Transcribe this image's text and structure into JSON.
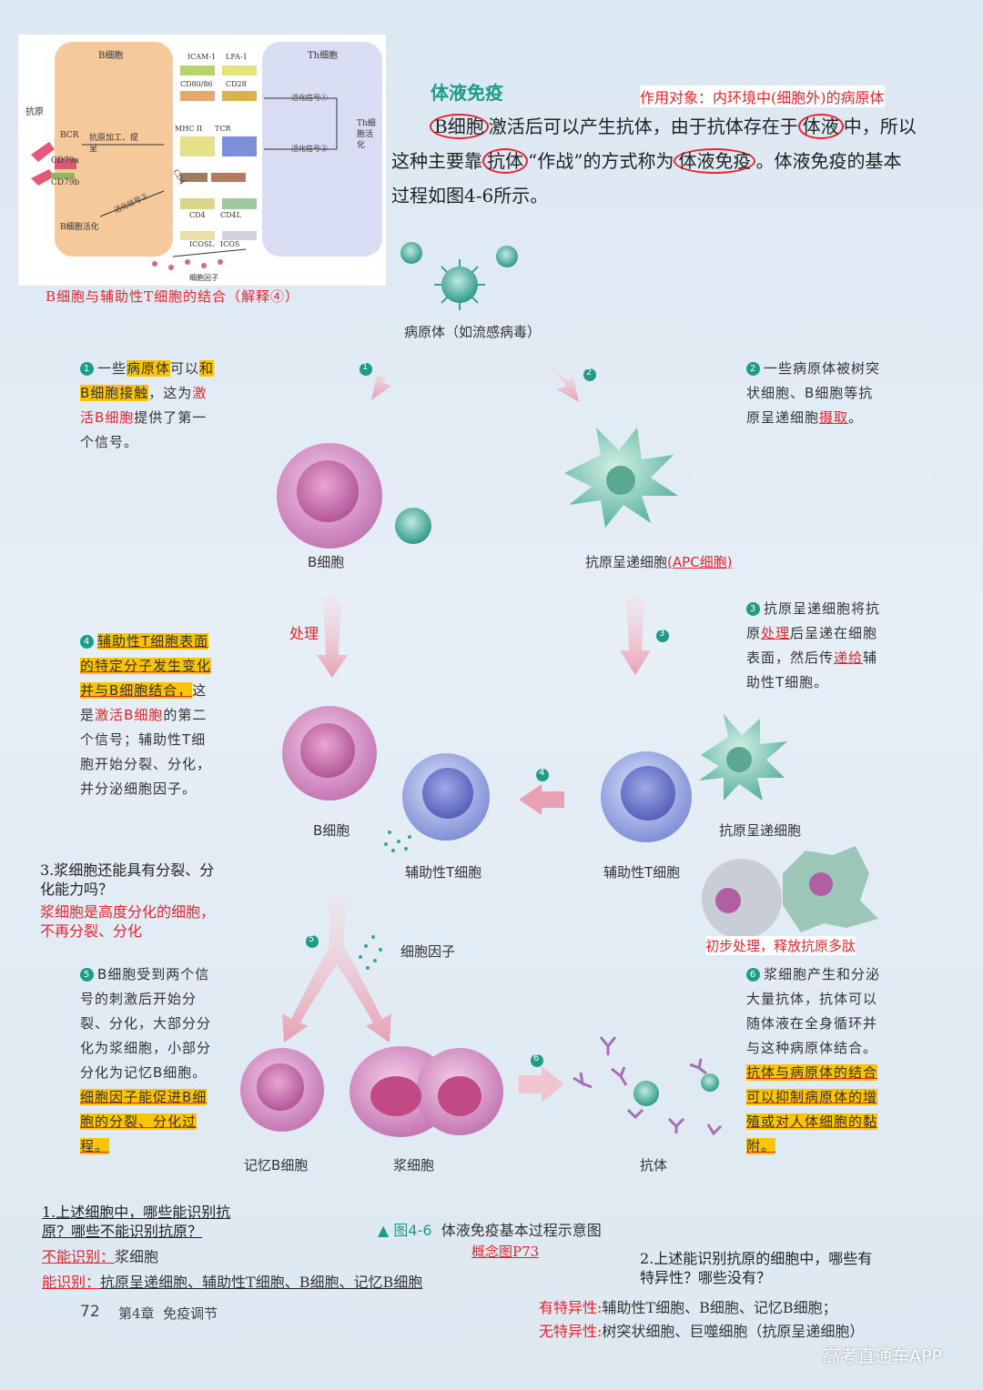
{
  "inset": {
    "b_cell": "B细胞",
    "th_cell": "Th细胞",
    "antigen": "抗原",
    "bcr": "BCR",
    "cd79a": "CD79a",
    "cd79b": "CD79b",
    "processing": "抗原加工、提呈",
    "signal1": "活化信号①",
    "signal2": "活化信号②",
    "signal3": "活化信号③",
    "th_activation": "Th细胞活化",
    "b_activation": "B细胞活化",
    "icam1": "ICAM-1",
    "lfa1": "LFA-1",
    "cd8086": "CD80/86",
    "cd28": "CD28",
    "mhc2": "MHC II",
    "tcr": "TCR",
    "cd4a": "CD4",
    "cd4b": "CD4",
    "cd4l": "CD4L",
    "icosl": "ICOSL",
    "icos": "ICOS",
    "cytokines": "细胞因子",
    "caption": "B细胞与辅助性T细胞的结合（解释④）"
  },
  "header": {
    "title": "体液免疫",
    "note": "作用对象：内环境中(细胞外)的病原体",
    "p1": "B细胞",
    "p2": "激活后可以产生抗体，由于抗体存在于",
    "p3": "体液",
    "p4": "中，",
    "p5": "所以这种主要靠",
    "p6": "抗体",
    "p7": "“作战”的方式称为",
    "p8": "体液免疫",
    "p9": "。体液",
    "p10": "免疫的基本过程如图4-6所示。"
  },
  "labels": {
    "pathogen": "病原体（如流感病毒）",
    "b_cell_1": "B细胞",
    "apc": "抗原呈递细胞",
    "apc_note": "(APC细胞)",
    "processing": "处理",
    "b_cell_2": "B细胞",
    "th_cell_1": "辅助性T细胞",
    "th_cell_2": "辅助性T细胞",
    "apc_2": "抗原呈递细胞",
    "apc_small_caption": "初步处理，释放抗原多肽",
    "cytokine": "细胞因子",
    "memory_b": "记忆B细胞",
    "plasma": "浆细胞",
    "antibody": "抗体"
  },
  "steps": {
    "s1": {
      "n": "1",
      "a": "一些",
      "b": "病原体",
      "c": "可以",
      "d": "和B细胞接触",
      "e": "，这为",
      "f": "激活B细胞",
      "g": "提供了第一个信号。"
    },
    "s2": {
      "n": "2",
      "a": "一些病原体被树突状细胞、B细胞等抗原呈递细胞",
      "b": "摄取",
      "c": "。"
    },
    "s3": {
      "n": "3",
      "a": "抗原呈递细胞将抗原",
      "b": "处理",
      "c": "后呈递在细胞表面，然后传",
      "d": "递给",
      "e": "辅助性T细胞。"
    },
    "s4": {
      "n": "4",
      "a": "辅助性T细胞表面的特定分子发生变化并与B细胞结合，",
      "b": "这是",
      "c": "激活B细胞",
      "d": "的第二个信号；辅助性T细胞开始分裂、分化，并分泌细胞因子。"
    },
    "s5": {
      "n": "5",
      "a": "B细胞受到两个信号的刺激后开始分裂、分化，大部分分化为浆细胞，小部分分化为记忆B细胞。",
      "b": "细胞因子能促进B细胞的分裂、分化过程。"
    },
    "s6": {
      "n": "6",
      "a": "浆细胞产生和分泌大量抗体，抗体可以随体液在全身循环并与这种病原体结合。",
      "b": "抗体与病原体的结合可以抑制病原体的增殖或对人体细胞的黏附。"
    }
  },
  "arrow_nums": [
    "1",
    "2",
    "3",
    "4",
    "5",
    "6"
  ],
  "q3": {
    "q": "3.浆细胞还能具有分裂、分化能力吗？",
    "a": "浆细胞是高度分化的细胞，不再分裂、分化"
  },
  "q1": {
    "q": "1.上述细胞中，哪些能识别抗原？哪些不能识别抗原？",
    "no_label": "不能识别：",
    "no": "浆细胞",
    "yes_label": "能识别：",
    "yes": "抗原呈递细胞、辅助性T细胞、B细胞、记忆B细胞"
  },
  "figure": {
    "tri": "▲",
    "num": "图4-6",
    "caption": "体液免疫基本过程示意图",
    "ref": "概念图P73"
  },
  "q2": {
    "q": "2.上述能识别抗原的细胞中，哪些有特异性？哪些没有？",
    "spec_label": "有特异性:",
    "spec": "辅助性T细胞、B细胞、记忆B细胞；",
    "nonspec_label": "无特异性:",
    "nonspec": "树突状细胞、巨噬细胞（抗原呈递细胞）"
  },
  "footer": {
    "page": "72",
    "chapter": "第4章",
    "chapter_title": "免疫调节",
    "watermark": "高考直通车APP"
  },
  "colors": {
    "teal": "#1f9b8a",
    "red": "#e8242c",
    "highlight": "#ffc400",
    "b_cell": "#d99acb",
    "th_cell": "#9aa8e0",
    "apc": "#7cc9b4"
  }
}
